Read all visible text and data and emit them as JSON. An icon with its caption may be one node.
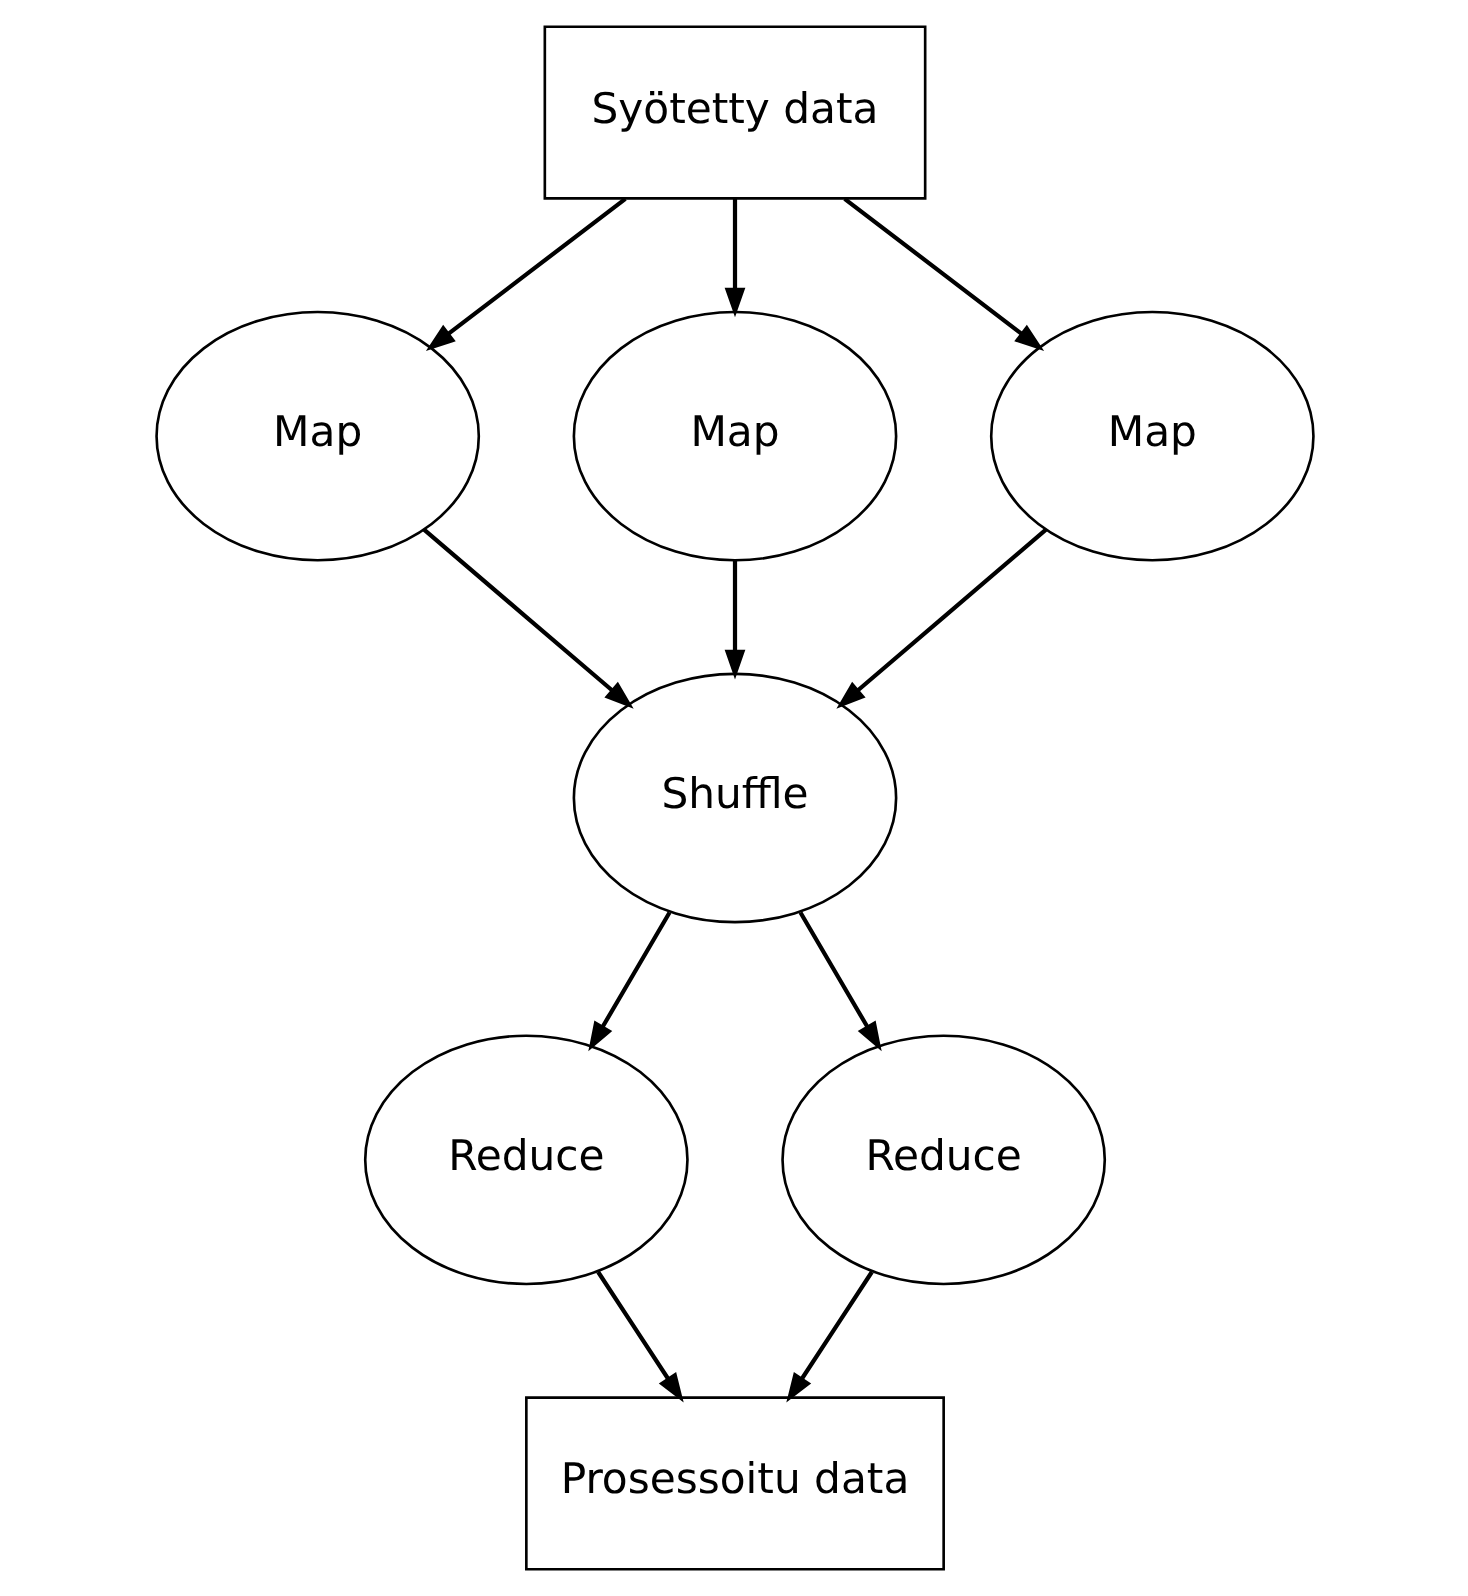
{
  "diagram": {
    "nodes": [
      {
        "text": [
          "Syötetty data"
        ]
      },
      {
        "text": [
          "Map"
        ]
      },
      {
        "text": [
          "Map"
        ]
      },
      {
        "text": [
          "Map"
        ]
      },
      {
        "text": [
          "Shuffle"
        ]
      },
      {
        "text": [
          "Reduce"
        ]
      },
      {
        "text": [
          "Reduce"
        ]
      },
      {
        "text": [
          "Prosessoitu data"
        ]
      }
    ],
    "edges": [
      {
        "from": 0,
        "to": 1,
        "arrow": "to"
      },
      {
        "from": 0,
        "to": 2,
        "arrow": "to"
      },
      {
        "from": 0,
        "to": 3,
        "arrow": "to"
      },
      {
        "from": 1,
        "to": 4,
        "arrow": "to"
      },
      {
        "from": 2,
        "to": 4,
        "arrow": "to"
      },
      {
        "from": 3,
        "to": 4,
        "arrow": "to"
      },
      {
        "from": 4,
        "to": 5,
        "arrow": "to"
      },
      {
        "from": 4,
        "to": 6,
        "arrow": "to"
      },
      {
        "from": 5,
        "to": 7,
        "arrow": "to"
      },
      {
        "from": 6,
        "to": 7,
        "arrow": "to"
      }
    ]
  }
}
